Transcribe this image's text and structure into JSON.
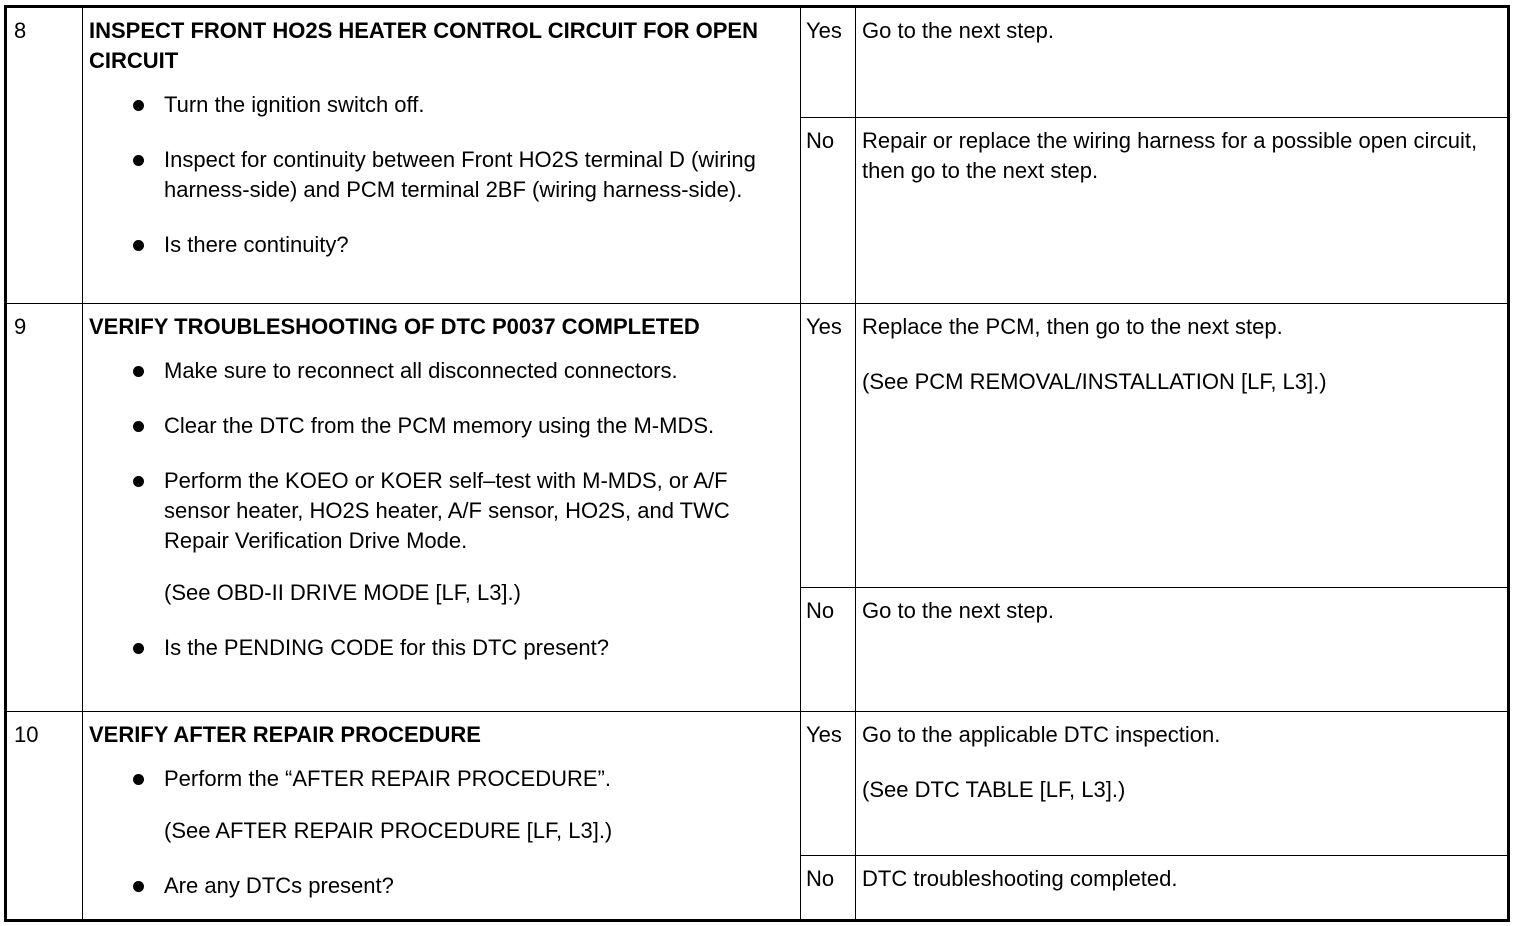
{
  "steps": [
    {
      "number": "8",
      "title": "INSPECT FRONT HO2S HEATER CONTROL CIRCUIT FOR OPEN CIRCUIT",
      "bullets": [
        "Turn the ignition switch off.",
        "Inspect for continuity between Front HO2S terminal D (wiring harness-side) and PCM terminal 2BF (wiring harness-side).",
        "Is there continuity?"
      ],
      "yes_label": "Yes",
      "yes_action": [
        "Go to the next step."
      ],
      "no_label": "No",
      "no_action": [
        "Repair or replace the wiring harness for a possible open circuit, then go to the next step."
      ]
    },
    {
      "number": "9",
      "title": "VERIFY TROUBLESHOOTING OF DTC P0037 COMPLETED",
      "bullets": [
        "Make sure to reconnect all disconnected connectors.",
        "Clear the DTC from the PCM memory using the M-MDS.",
        "Perform the KOEO or KOER self–test with M-MDS, or A/F sensor heater, HO2S heater, A/F sensor, HO2S, and TWC Repair Verification Drive Mode."
      ],
      "note": "(See OBD-II DRIVE MODE [LF, L3].)",
      "last_bullet": "Is the PENDING CODE for this DTC present?",
      "yes_label": "Yes",
      "yes_action": [
        "Replace the PCM, then go to the next step.",
        "(See PCM REMOVAL/INSTALLATION [LF, L3].)"
      ],
      "no_label": "No",
      "no_action": [
        "Go to the next step."
      ]
    },
    {
      "number": "10",
      "title": "VERIFY AFTER REPAIR PROCEDURE",
      "bullets": [
        "Perform the “AFTER REPAIR PROCEDURE”."
      ],
      "note": "(See AFTER REPAIR PROCEDURE [LF, L3].)",
      "last_bullet": "Are any DTCs present?",
      "yes_label": "Yes",
      "yes_action": [
        "Go to the applicable DTC inspection.",
        "(See DTC TABLE [LF, L3].)"
      ],
      "no_label": "No",
      "no_action": [
        "DTC troubleshooting completed."
      ]
    }
  ]
}
